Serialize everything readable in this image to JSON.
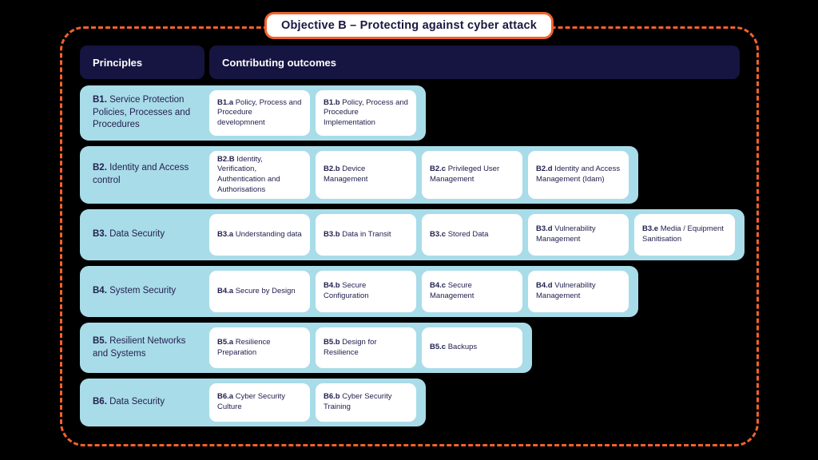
{
  "title": "Objective B – Protecting against cyber attack",
  "header": {
    "principles": "Principles",
    "contributing_outcomes": "Contributing outcomes"
  },
  "colors": {
    "background": "#000000",
    "accent_orange": "#F2622D",
    "header_navy": "#161440",
    "row_light_blue": "#A9DCE9",
    "card_white": "#FFFFFF",
    "text_navy": "#232150"
  },
  "rows": [
    {
      "code": "B1.",
      "principle": "Service Protection Policies, Processes and Procedures",
      "outcomes": [
        {
          "code": "B1.a",
          "text": "Policy, Process and Procedure developmnent"
        },
        {
          "code": "B1.b",
          "text": "Policy, Process and Procedure Implementation"
        }
      ]
    },
    {
      "code": "B2.",
      "principle": "Identity and Access control",
      "outcomes": [
        {
          "code": "B2.B",
          "text": "Identity, Verification, Authentication and Authorisations"
        },
        {
          "code": "B2.b",
          "text": "Device Management"
        },
        {
          "code": "B2.c",
          "text": "Privileged User Management"
        },
        {
          "code": "B2.d",
          "text": "Identity and Access Management (Idam)"
        }
      ]
    },
    {
      "code": "B3.",
      "principle": "Data Security",
      "outcomes": [
        {
          "code": "B3.a",
          "text": "Understanding data"
        },
        {
          "code": "B3.b",
          "text": "Data in Transit"
        },
        {
          "code": "B3.c",
          "text": "Stored Data"
        },
        {
          "code": "B3.d",
          "text": "Vulnerability Management"
        },
        {
          "code": "B3.e",
          "text": "Media / Equipment Sanitisation"
        }
      ]
    },
    {
      "code": "B4.",
      "principle": "System Security",
      "outcomes": [
        {
          "code": "B4.a",
          "text": "Secure by Design"
        },
        {
          "code": "B4.b",
          "text": "Secure Configuration"
        },
        {
          "code": "B4.c",
          "text": "Secure Management"
        },
        {
          "code": "B4.d",
          "text": "Vulnerability Management"
        }
      ]
    },
    {
      "code": "B5.",
      "principle": "Resilient Networks and Systems",
      "outcomes": [
        {
          "code": "B5.a",
          "text": "Resilience Preparation"
        },
        {
          "code": "B5.b",
          "text": "Design for Resilience"
        },
        {
          "code": "B5.c",
          "text": "Backups"
        }
      ]
    },
    {
      "code": "B6.",
      "principle": "Data Security",
      "outcomes": [
        {
          "code": "B6.a",
          "text": "Cyber Security Culture"
        },
        {
          "code": "B6.b",
          "text": "Cyber Security Training"
        }
      ]
    }
  ]
}
